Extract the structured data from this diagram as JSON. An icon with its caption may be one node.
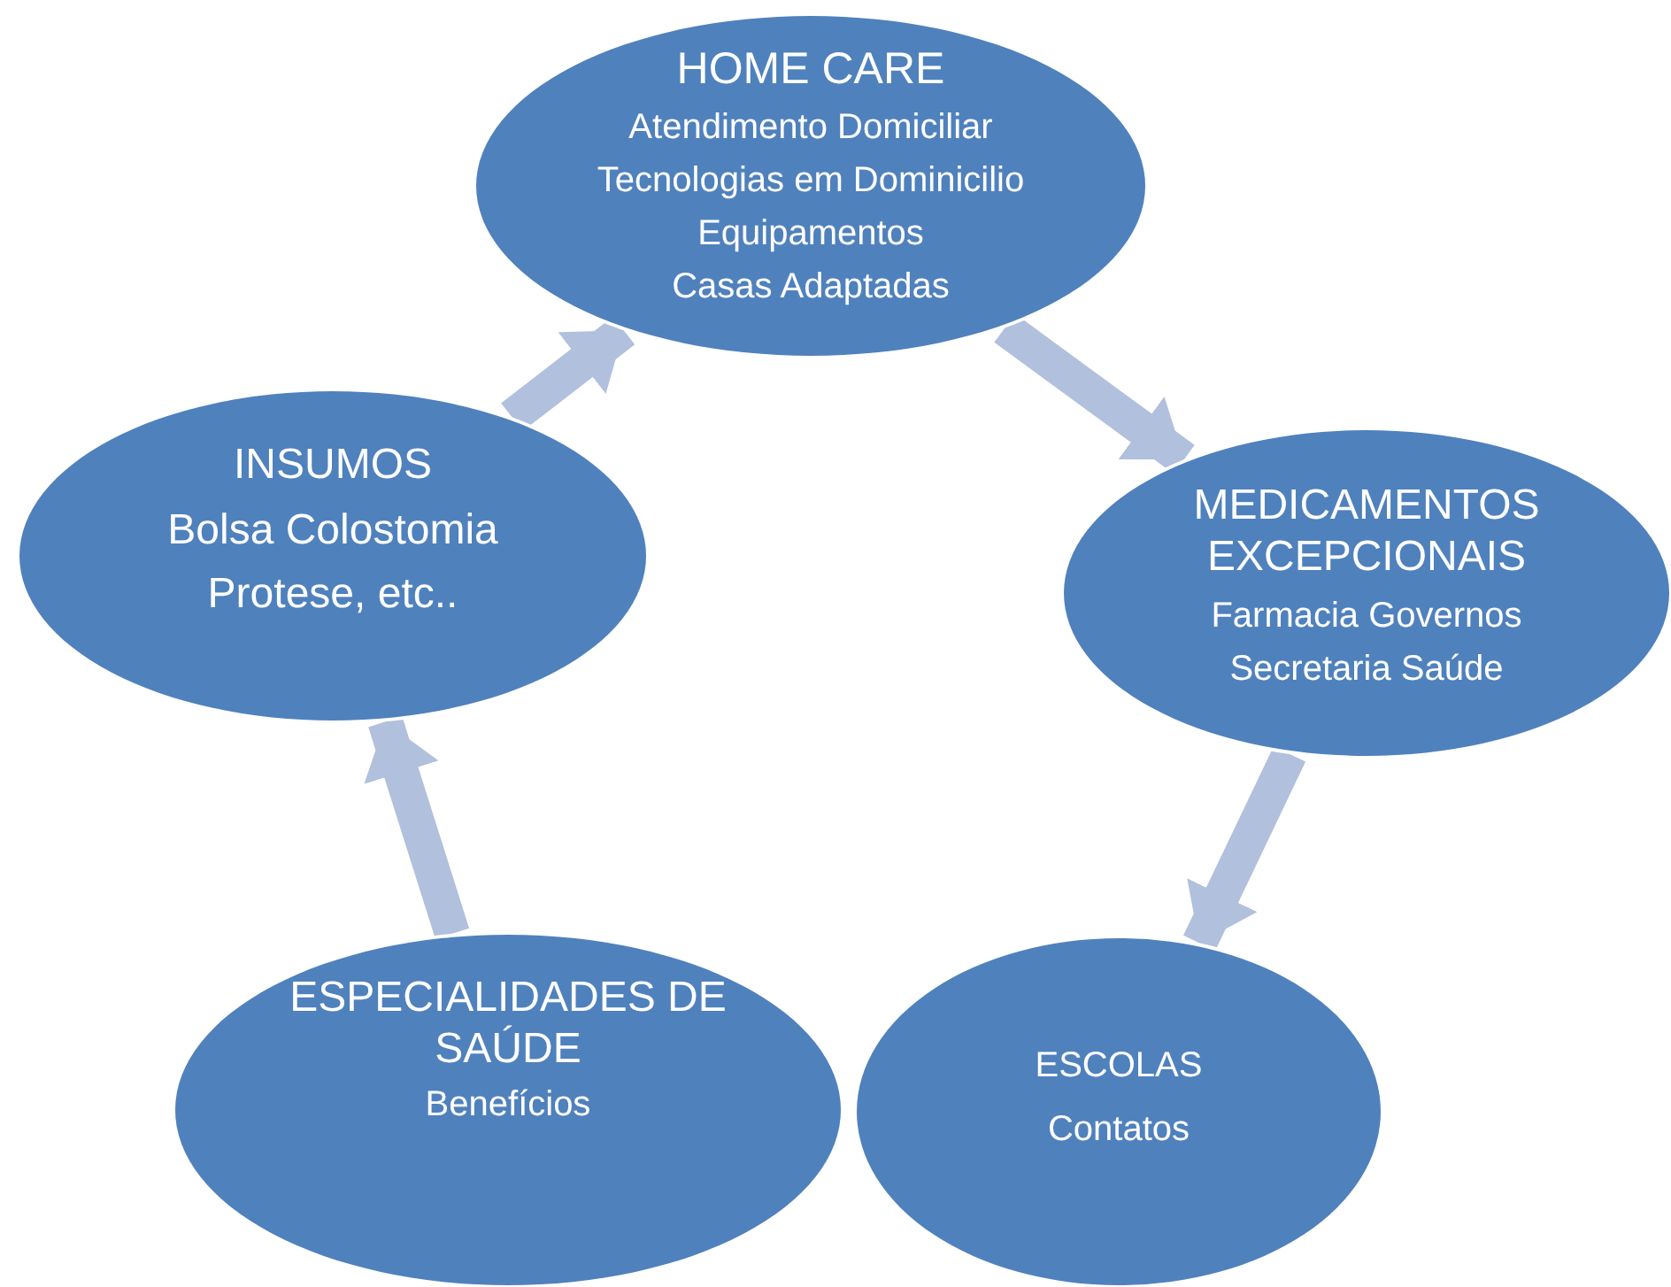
{
  "diagram": {
    "nodes": [
      {
        "text": [
          "HOME CARE",
          "Atendimento Domiciliar",
          "Tecnologias em Dominicilio",
          "Equipamentos",
          "Casas Adaptadas"
        ]
      },
      {
        "text": [
          "INSUMOS",
          "Bolsa Colostomia",
          "Protese, etc.."
        ]
      },
      {
        "text": [
          "MEDICAMENTOS EXCEPCIONAIS",
          "Farmacia Governos",
          "Secretaria Saúde"
        ]
      },
      {
        "text": [
          "ESPECIALIDADES DE SAÚDE",
          "Benefícios"
        ]
      },
      {
        "text": [
          "ESCOLAS",
          "Contatos"
        ]
      }
    ],
    "edges": [
      {
        "from": 0,
        "to": 2,
        "arrow": "to"
      },
      {
        "from": 2,
        "to": 4,
        "arrow": "to"
      },
      {
        "from": 3,
        "to": 1,
        "arrow": "to"
      },
      {
        "from": 1,
        "to": 0,
        "arrow": "to"
      }
    ]
  }
}
